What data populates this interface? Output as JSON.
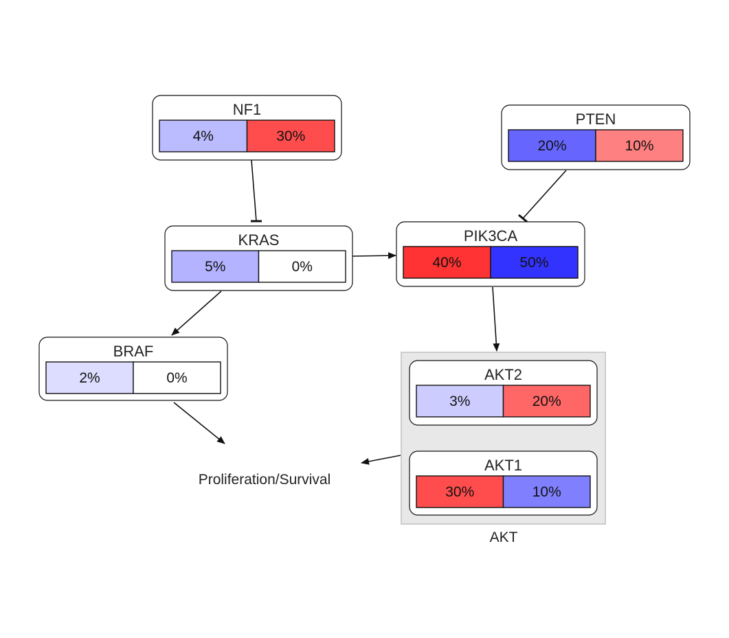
{
  "nodes": {
    "nf1": {
      "title": "NF1",
      "left": {
        "value": "4%",
        "color": "#bbbbff"
      },
      "right": {
        "value": "30%",
        "color": "#ff4d4d"
      }
    },
    "pten": {
      "title": "PTEN",
      "left": {
        "value": "20%",
        "color": "#6666ff"
      },
      "right": {
        "value": "10%",
        "color": "#ff8080"
      }
    },
    "kras": {
      "title": "KRAS",
      "left": {
        "value": "5%",
        "color": "#b3b3ff"
      },
      "right": {
        "value": "0%",
        "color": "#ffffff"
      }
    },
    "pik3ca": {
      "title": "PIK3CA",
      "left": {
        "value": "40%",
        "color": "#ff3333"
      },
      "right": {
        "value": "50%",
        "color": "#3333ff"
      }
    },
    "braf": {
      "title": "BRAF",
      "left": {
        "value": "2%",
        "color": "#ddddff"
      },
      "right": {
        "value": "0%",
        "color": "#ffffff"
      }
    },
    "akt2": {
      "title": "AKT2",
      "left": {
        "value": "3%",
        "color": "#ccccff"
      },
      "right": {
        "value": "20%",
        "color": "#ff6666"
      }
    },
    "akt1": {
      "title": "AKT1",
      "left": {
        "value": "30%",
        "color": "#ff4d4d"
      },
      "right": {
        "value": "10%",
        "color": "#8080ff"
      }
    }
  },
  "group": {
    "label": "AKT",
    "fill": "#e8e8e8",
    "border": "#cccccc"
  },
  "outcome": {
    "label": "Proliferation/Survival"
  },
  "edges": [
    {
      "from": "NF1",
      "to": "KRAS",
      "type": "inhibition"
    },
    {
      "from": "PTEN",
      "to": "PIK3CA",
      "type": "inhibition"
    },
    {
      "from": "KRAS",
      "to": "PIK3CA",
      "type": "activation"
    },
    {
      "from": "KRAS",
      "to": "BRAF",
      "type": "activation"
    },
    {
      "from": "PIK3CA",
      "to": "AKT",
      "type": "activation"
    },
    {
      "from": "BRAF",
      "to": "Proliferation/Survival",
      "type": "activation"
    },
    {
      "from": "AKT",
      "to": "Proliferation/Survival",
      "type": "activation"
    }
  ]
}
